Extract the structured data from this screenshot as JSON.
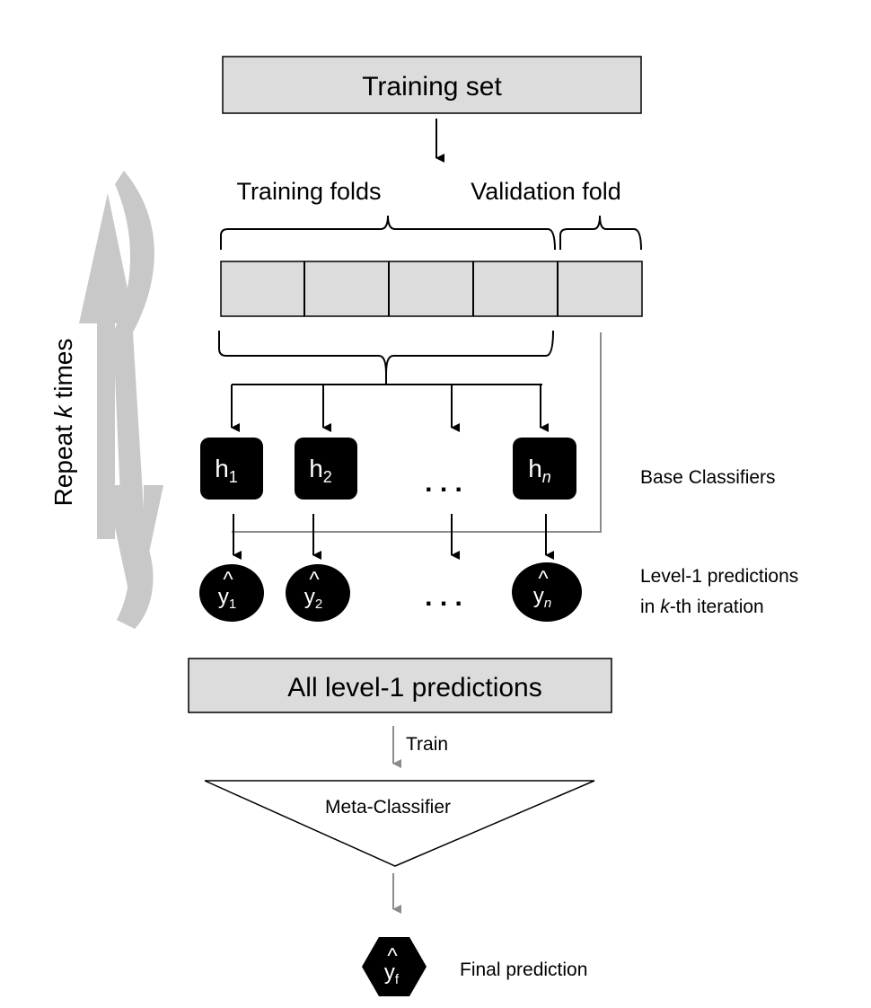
{
  "training_set": {
    "label": "Training set"
  },
  "folds": {
    "training_label": "Training folds",
    "validation_label": "Validation fold"
  },
  "repeat": {
    "prefix": "Repeat ",
    "var": "k",
    "suffix": " times"
  },
  "classifiers": {
    "base": "h",
    "subscripts": [
      "1",
      "2",
      "n"
    ],
    "ellipsis": ". . .",
    "label": "Base Classifiers"
  },
  "predictions": {
    "base": "y",
    "hat": "^",
    "subscripts": [
      "1",
      "2",
      "n"
    ],
    "ellipsis": ". . .",
    "label_line1": "Level-1 predictions",
    "label_line2_prefix": "in ",
    "label_line2_var": "k",
    "label_line2_suffix": "-th iteration"
  },
  "all_predictions": {
    "label": "All level-1 predictions"
  },
  "train": {
    "label": "Train"
  },
  "meta": {
    "label": "Meta-Classifier"
  },
  "final": {
    "base": "y",
    "hat": "^",
    "subscript": "f",
    "label": "Final prediction"
  },
  "colors": {
    "box_fill": "#dcdcdc",
    "black": "#000000",
    "gray_line": "#8c8c8c",
    "repeat_arrow": "#c8c8c8"
  }
}
